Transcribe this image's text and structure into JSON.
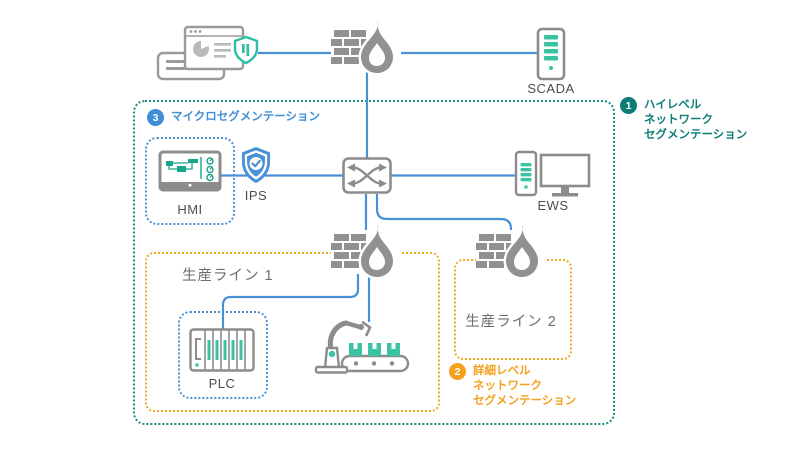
{
  "colors": {
    "line_blue": "#4a90d6",
    "zone_teal": "#178a82",
    "zone_blue": "#4a90d6",
    "zone_orange": "#f0ac25",
    "annotation_teal": "#0e7d78",
    "annotation_blue": "#3f8ed6",
    "annotation_orange": "#f5a01e",
    "icon_gray": "#8c8c8c",
    "accent_teal": "#3cc3a4",
    "label_gray": "#4d4d4d"
  },
  "nodes": {
    "scada": {
      "label": "SCADA"
    },
    "hmi": {
      "label": "HMI"
    },
    "ips": {
      "label": "IPS"
    },
    "ews": {
      "label": "EWS"
    },
    "plc": {
      "label": "PLC"
    }
  },
  "zones": {
    "production_line_1": {
      "label": "生産ライン 1"
    },
    "production_line_2": {
      "label": "生産ライン 2"
    }
  },
  "annotations": {
    "high_level": {
      "number": "1",
      "line1": "ハイレベル",
      "line2": "ネットワーク",
      "line3": "セグメンテーション"
    },
    "detail_level": {
      "number": "2",
      "line1": "詳細レベル",
      "line2": "ネットワーク",
      "line3": "セグメンテーション"
    },
    "micro": {
      "number": "3",
      "label": "マイクロセグメンテーション"
    }
  }
}
